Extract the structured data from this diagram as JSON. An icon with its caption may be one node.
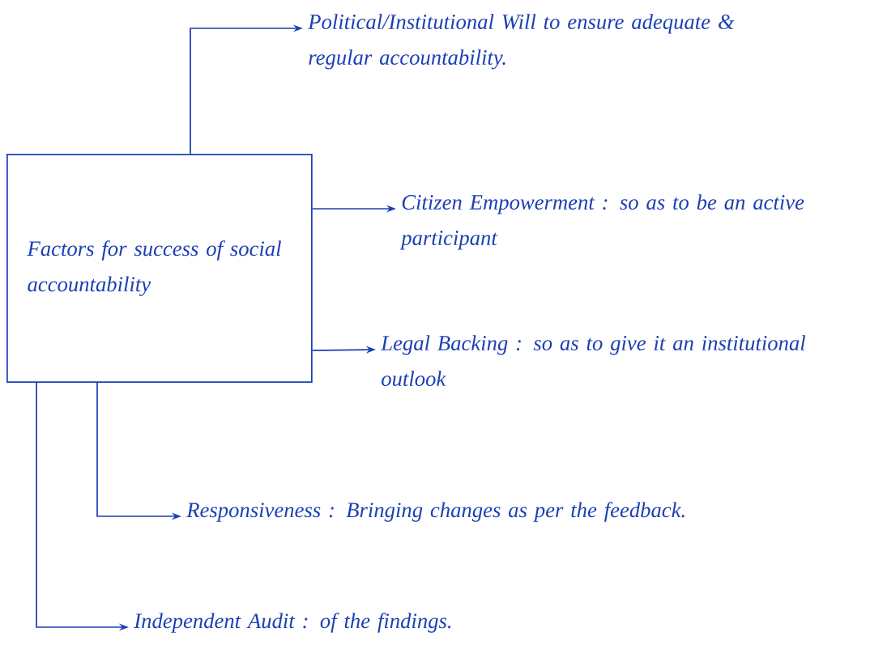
{
  "diagram": {
    "nodes": [
      {
        "text": [
          "Factors for success of social accountability"
        ]
      },
      {
        "text": [
          "Political/Institutional Will to ensure adequate & regular accountability."
        ]
      },
      {
        "text": [
          "Citizen Empowerment : so as to be an active participant"
        ]
      },
      {
        "text": [
          "Legal Backing : so as to give it an institutional outlook"
        ]
      },
      {
        "text": [
          "Responsiveness : Bringing changes as per the feedback."
        ]
      },
      {
        "text": [
          "Independent Audit : of the findings."
        ]
      }
    ],
    "edges": [
      {
        "from": 0,
        "to": 1,
        "arrow": "to"
      },
      {
        "from": 0,
        "to": 2,
        "arrow": "to"
      },
      {
        "from": 0,
        "to": 3,
        "arrow": "to"
      },
      {
        "from": 0,
        "to": 4,
        "arrow": "to"
      },
      {
        "from": 0,
        "to": 5,
        "arrow": "to"
      }
    ]
  }
}
